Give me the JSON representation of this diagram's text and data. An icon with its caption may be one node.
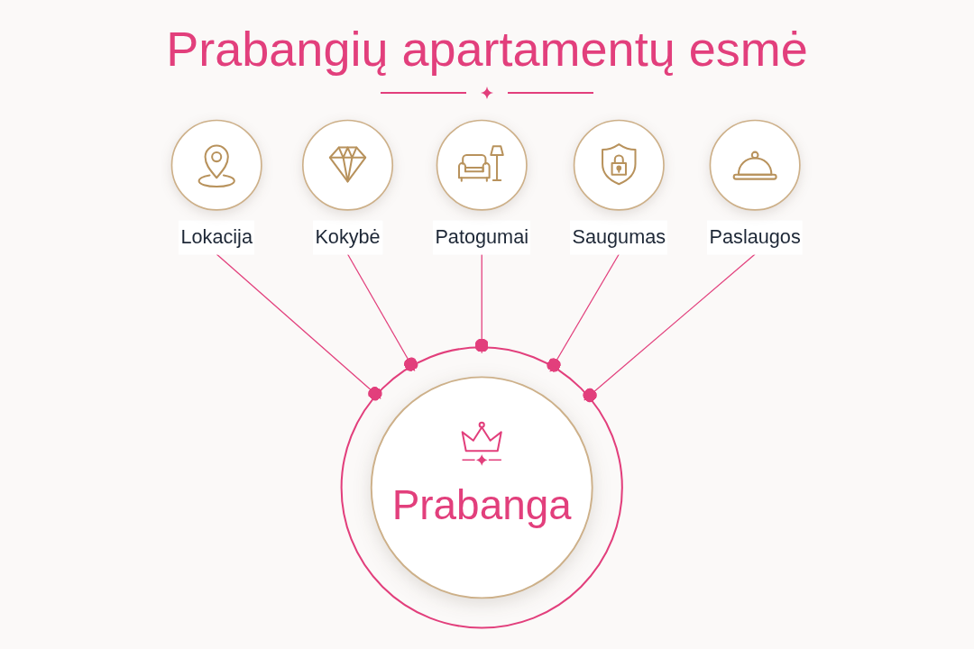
{
  "diagram": {
    "title": "Prabangių apartamentų esmė",
    "nodes": [
      {
        "text": [],
        "shape": "circle"
      },
      {
        "text": [
          "Prabanga"
        ],
        "in": 0
      },
      {
        "text": [
          "Lokacija"
        ]
      },
      {
        "text": [
          "Kokybė"
        ]
      },
      {
        "text": [
          "Patogumai"
        ]
      },
      {
        "text": [
          "Saugumas"
        ]
      },
      {
        "text": [
          "Paslaugos"
        ]
      }
    ],
    "edges": [
      {
        "from": 2,
        "to": 0,
        "arrow": "other"
      },
      {
        "from": 3,
        "to": 0,
        "arrow": "other"
      },
      {
        "from": 4,
        "to": 0,
        "arrow": "other"
      },
      {
        "from": 5,
        "to": 0,
        "arrow": "other"
      },
      {
        "from": 6,
        "to": 0,
        "arrow": "other"
      }
    ]
  }
}
